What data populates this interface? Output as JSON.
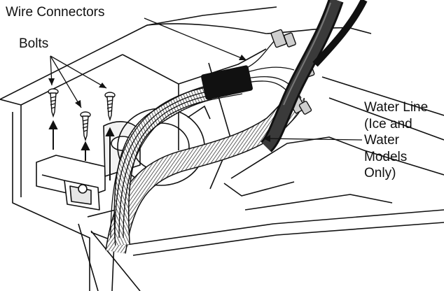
{
  "labels": {
    "wire_connectors": "Wire Connectors",
    "bolts": "Bolts",
    "water_line": [
      "Water Line",
      "(Ice and",
      "Water",
      "Models",
      "Only)"
    ]
  },
  "colors": {
    "ink": "#111111",
    "background": "#ffffff",
    "tube_fill": "#3a3a3a",
    "connector_fill": "#cfcfcf"
  }
}
